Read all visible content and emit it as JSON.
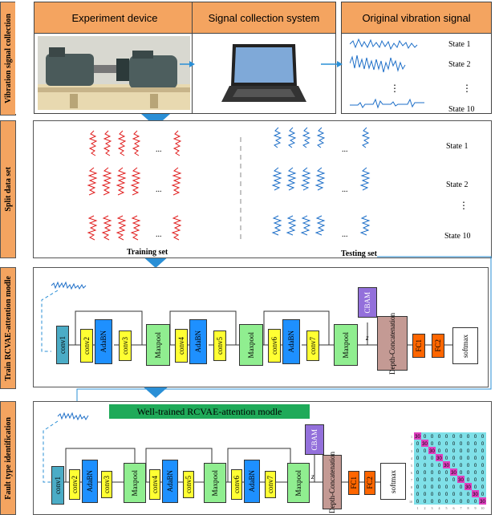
{
  "stages": {
    "s1": "Vibration signal collection",
    "s2": "Split data set",
    "s3": "Train RCVAE-attention modle",
    "s4": "Fault type identification"
  },
  "top": {
    "h1": "Experiment device",
    "h2": "Signal collection system",
    "h3": "Original vibration signal",
    "states": [
      "State 1",
      "State 2",
      "State 10"
    ],
    "ellipsis": "⋮"
  },
  "split": {
    "states": [
      "State 1",
      "State 2",
      "State 10"
    ],
    "training_label": "Training set",
    "testing_label": "Testing set",
    "dots": "...",
    "vdots": "⋮"
  },
  "net": {
    "conv1": "conv1",
    "conv2": "conv2",
    "adabn": "AdaBN",
    "conv3": "conv3",
    "maxpool": "Maxpool",
    "conv4": "conv4",
    "conv5": "conv5",
    "conv6": "conv6",
    "conv7": "conv7",
    "cbam": "CBAM",
    "z": "z",
    "depth": "Depth-Concatenation",
    "fc1": "FC1",
    "fc2": "FC2",
    "softmax": "softmax"
  },
  "well_trained": "Well-trained RCVAE-attention modle",
  "matrix": {
    "zero": "0",
    "diag": "30",
    "axis": [
      "1",
      "2",
      "3",
      "4",
      "5",
      "6",
      "7",
      "8",
      "9",
      "10"
    ]
  },
  "colors": {
    "orange_header": "#f4a460",
    "red_signal": "#e02020",
    "blue_signal": "#1e6fc8",
    "arrow_blue": "#2a8fd6",
    "green_banner": "#1faa59",
    "matrix_bg": "#7fe0e8",
    "matrix_diag": "#e040c0"
  }
}
